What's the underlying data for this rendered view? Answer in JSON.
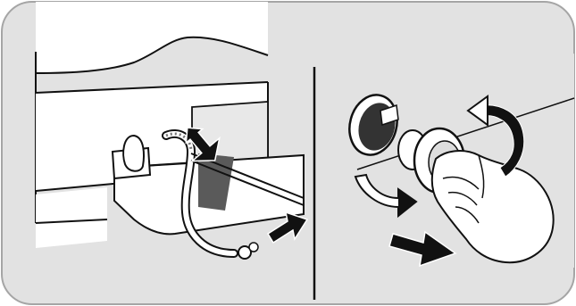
{
  "figure": {
    "panel_count": 2,
    "colors": {
      "panel_background": "#e2e2e2",
      "frame_border": "#a5a5a5",
      "line": "#111111",
      "white": "#ffffff",
      "arrow_fill": "#111111",
      "panel_gap": "#ffffff"
    },
    "left_panel": {
      "contents": [
        "machine-base",
        "drain-hose",
        "hose-clip",
        "drain-filter-flap",
        "container-tray",
        "pull-down-arrow",
        "push-arrow"
      ]
    },
    "right_panel": {
      "contents": [
        "filter-cover-cap",
        "drain-filter",
        "hand",
        "rotate-counterclockwise-arrow",
        "rotate-arrow-lower",
        "pull-out-arrow"
      ]
    }
  }
}
